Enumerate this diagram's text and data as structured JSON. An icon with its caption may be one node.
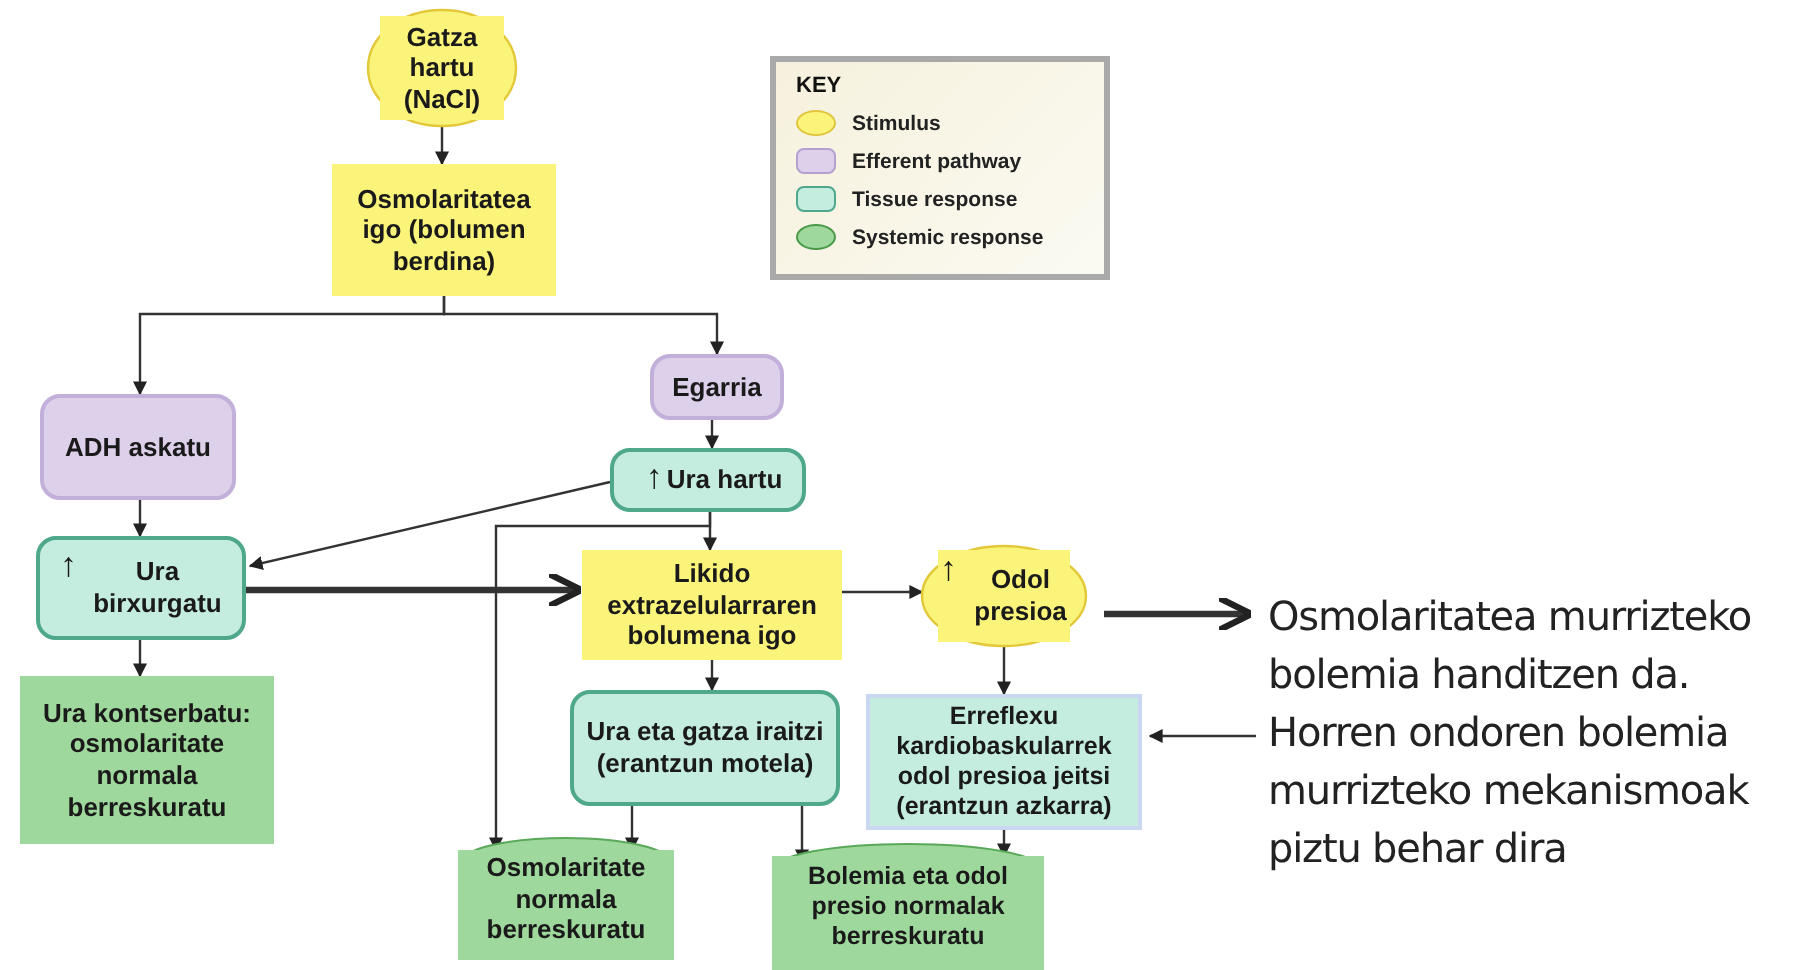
{
  "diagram": {
    "nodes": [
      {
        "text": [
          "Gatza hartu (NaCl)"
        ]
      },
      {
        "text": [
          "Osmolaritatea igo (bolumen berdina)"
        ]
      },
      {
        "text": [
          "ADH askatu"
        ]
      },
      {
        "text": [
          "Egarria"
        ]
      },
      {
        "text": [
          "↑",
          "Ura hartu"
        ]
      },
      {
        "text": [
          "↑",
          "Ura birxurgatu"
        ]
      },
      {
        "text": [
          "Likido extrazelularraren bolumena igo"
        ]
      },
      {
        "text": [
          "↑",
          "Odol presioa"
        ]
      },
      {
        "text": [
          "Ura kontserbatu: osmolaritate normala berreskuratu"
        ]
      },
      {
        "text": [
          "Ura eta gatza iraitzi (erantzun motela)"
        ]
      },
      {
        "text": [
          "Erreflexu kardiobaskularrek odol presioa jeitsi (erantzun azkarra)"
        ]
      },
      {
        "text": [
          "Osmolaritate normala berreskuratu"
        ]
      },
      {
        "text": [
          "Bolemia eta odol presio normalak berreskuratu"
        ]
      },
      {
        "text": [
          "Osmolaritatea murrizteko bolemia handitzen da. Horren ondoren bolemia murrizteko mekanismoak piztu behar dira"
        ]
      }
    ],
    "edges": [
      {
        "from": 0,
        "to": 1,
        "arrow": "to"
      },
      {
        "from": 1,
        "to": 2,
        "arrow": "to"
      },
      {
        "from": 1,
        "to": 3,
        "arrow": "to"
      },
      {
        "from": 2,
        "to": 5,
        "arrow": "to"
      },
      {
        "from": 3,
        "to": 4,
        "arrow": "to"
      },
      {
        "from": 4,
        "to": 5,
        "arrow": "to"
      },
      {
        "from": 4,
        "to": 6,
        "arrow": "to"
      },
      {
        "from": 4,
        "to": 11,
        "arrow": "to"
      },
      {
        "from": 5,
        "to": 6,
        "arrow": "to",
        "style": "thick"
      },
      {
        "from": 5,
        "to": 8,
        "arrow": "to"
      },
      {
        "from": 6,
        "to": 7,
        "arrow": "to"
      },
      {
        "from": 6,
        "to": 9,
        "arrow": "to"
      },
      {
        "from": 7,
        "to": 10,
        "arrow": "to"
      },
      {
        "from": 9,
        "to": 11,
        "arrow": "to"
      },
      {
        "from": 9,
        "to": 12,
        "arrow": "to"
      },
      {
        "from": 10,
        "to": 12,
        "arrow": "to"
      },
      {
        "from": 7,
        "to": 13,
        "arrow": "to",
        "style": "thick"
      },
      {
        "from": 13,
        "to": 10,
        "arrow": "to"
      }
    ],
    "labels": [
      "KEY"
    ],
    "legend": [
      {
        "text": "Stimulus",
        "color": "#fbf47a"
      },
      {
        "text": "Efferent pathway",
        "color": "#ddd0ea"
      },
      {
        "text": "Tissue response",
        "color": "#c4ecdf"
      },
      {
        "text": "Systemic response",
        "color": "#9fd89c"
      }
    ]
  }
}
